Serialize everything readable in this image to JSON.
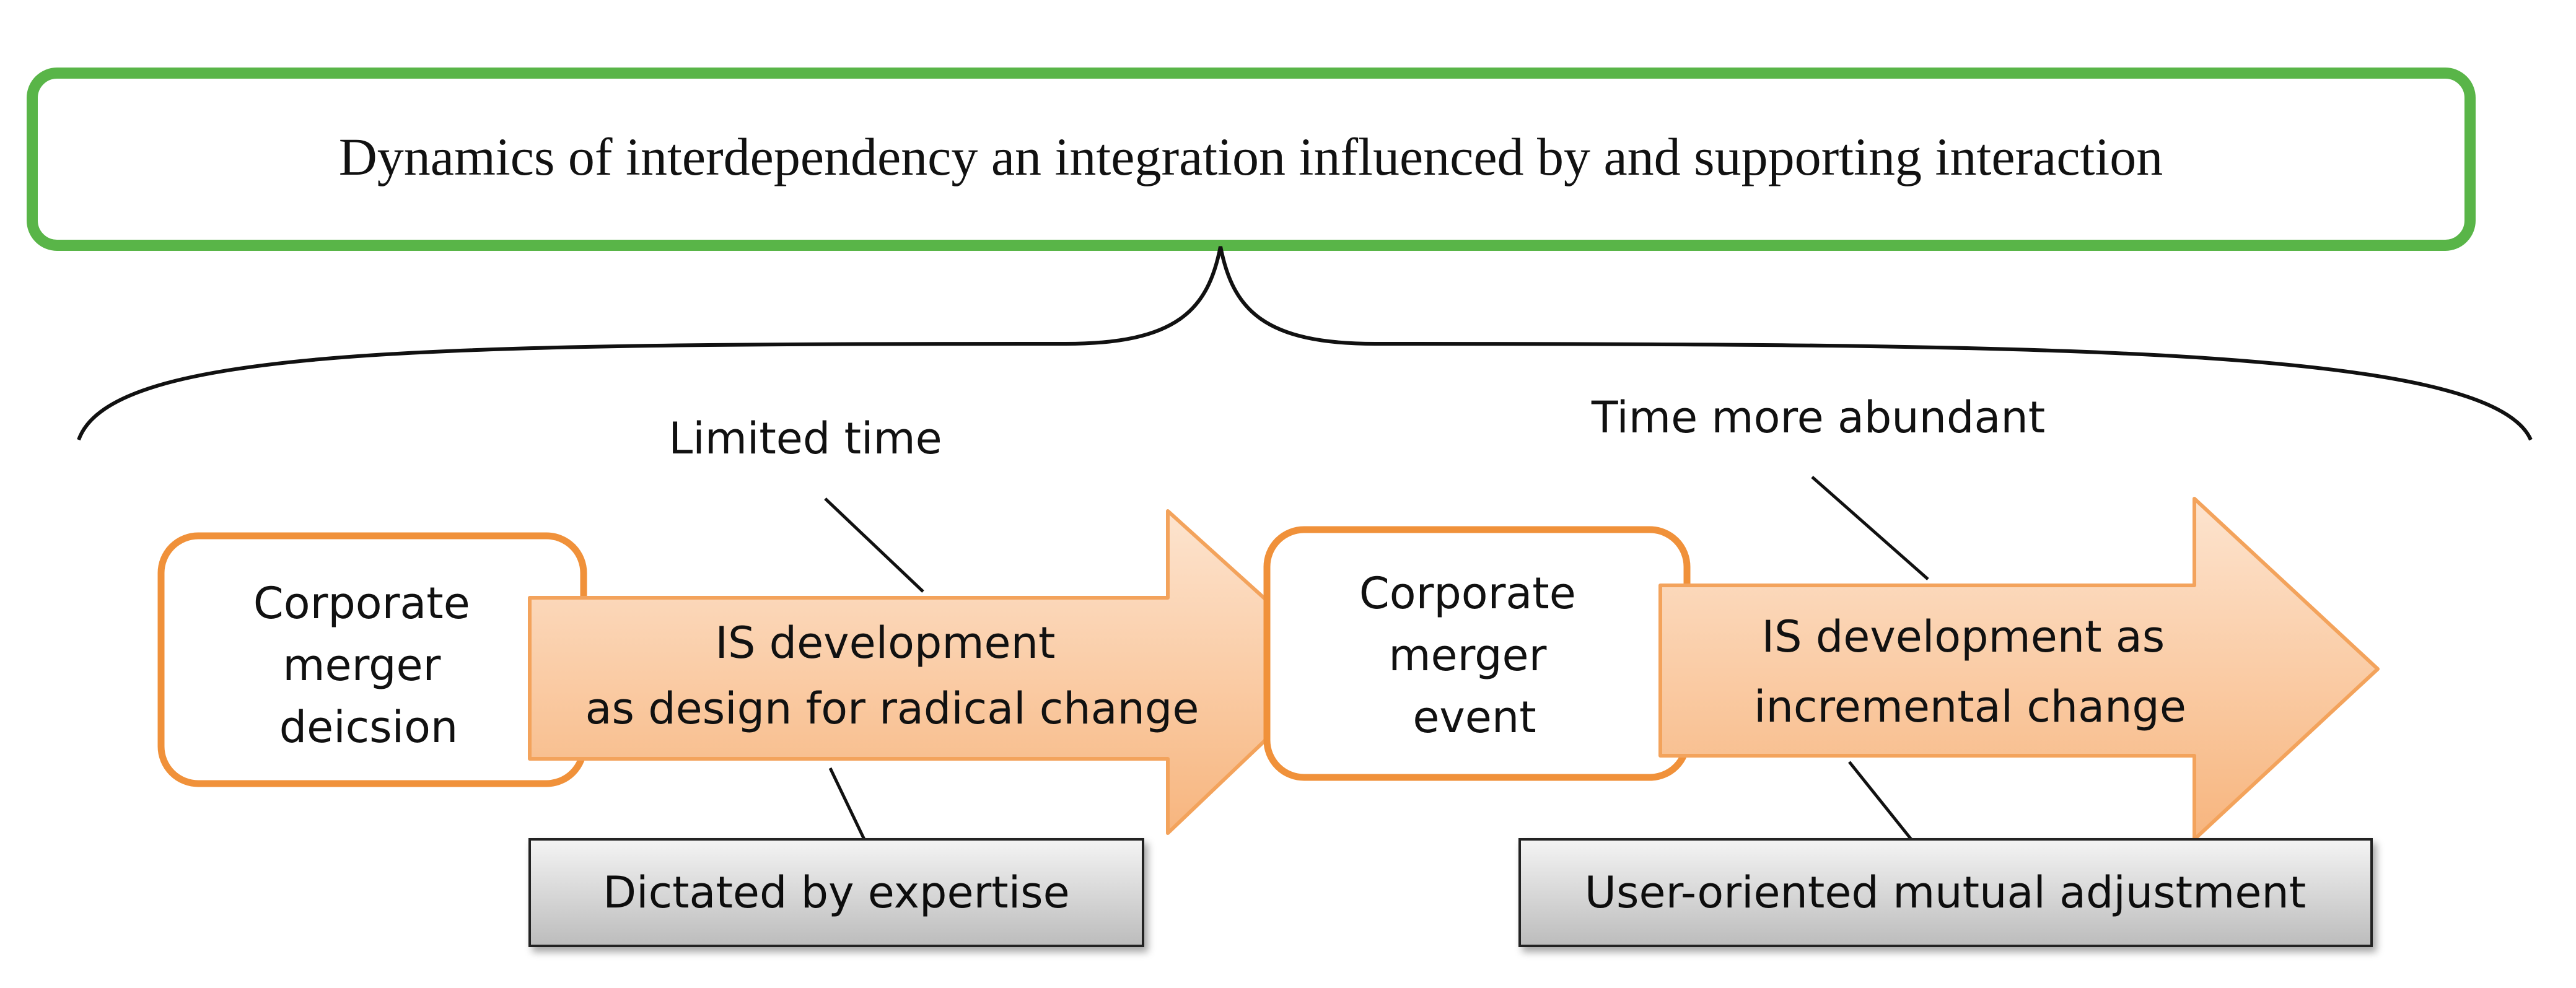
{
  "title": "Dynamics of interdependency an integration influenced by and supporting interaction",
  "left_phase": {
    "time_label": "Limited time",
    "box_lines": [
      "Corporate",
      "merger",
      "deicsion"
    ],
    "arrow_lines": [
      "IS development",
      "as design for radical change"
    ],
    "footer_label": "Dictated by expertise"
  },
  "right_phase": {
    "time_label": "Time more abundant",
    "box_lines": [
      "Corporate",
      "merger",
      "event"
    ],
    "arrow_lines": [
      "IS development as",
      "incremental change"
    ],
    "footer_label": "User-oriented mutual adjustment"
  },
  "colors": {
    "title_border": "#59b548",
    "box_border": "#f0913a",
    "arrow_fill_light": "#fde4cf",
    "arrow_fill_dark": "#f7b57e",
    "arrow_stroke": "#f3a35c",
    "label_box_fill_top": "#f2f2f2",
    "label_box_fill_bottom": "#bdbdbd",
    "text": "#111111"
  }
}
